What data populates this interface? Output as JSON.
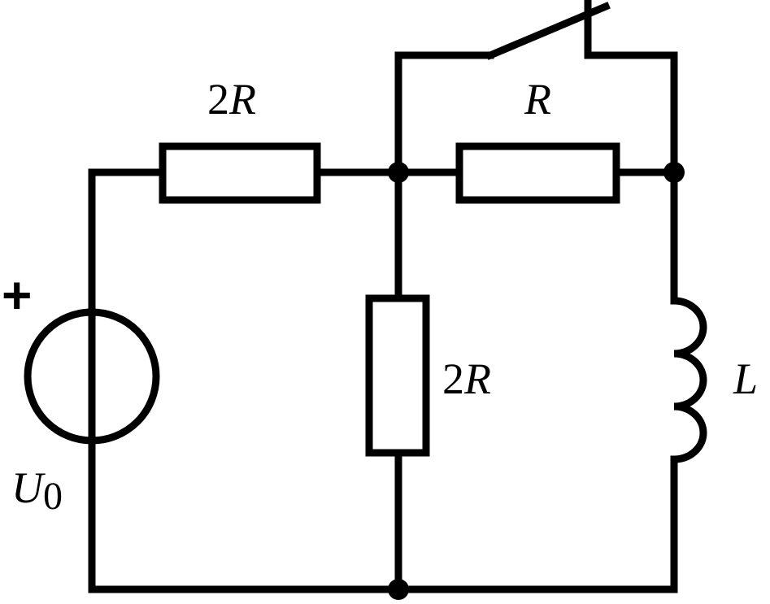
{
  "circuit": {
    "source": {
      "name": "U",
      "subscript": "0",
      "polarity": "+"
    },
    "resistor_series": {
      "coefficient": "2",
      "symbol": "R"
    },
    "resistor_shunt": {
      "coefficient": "2",
      "symbol": "R"
    },
    "resistor_bypassed": {
      "coefficient": "",
      "symbol": "R"
    },
    "inductor": {
      "symbol": "L"
    },
    "switch": {
      "state": "open"
    }
  },
  "colors": {
    "line": "#000000",
    "background": "#ffffff"
  }
}
